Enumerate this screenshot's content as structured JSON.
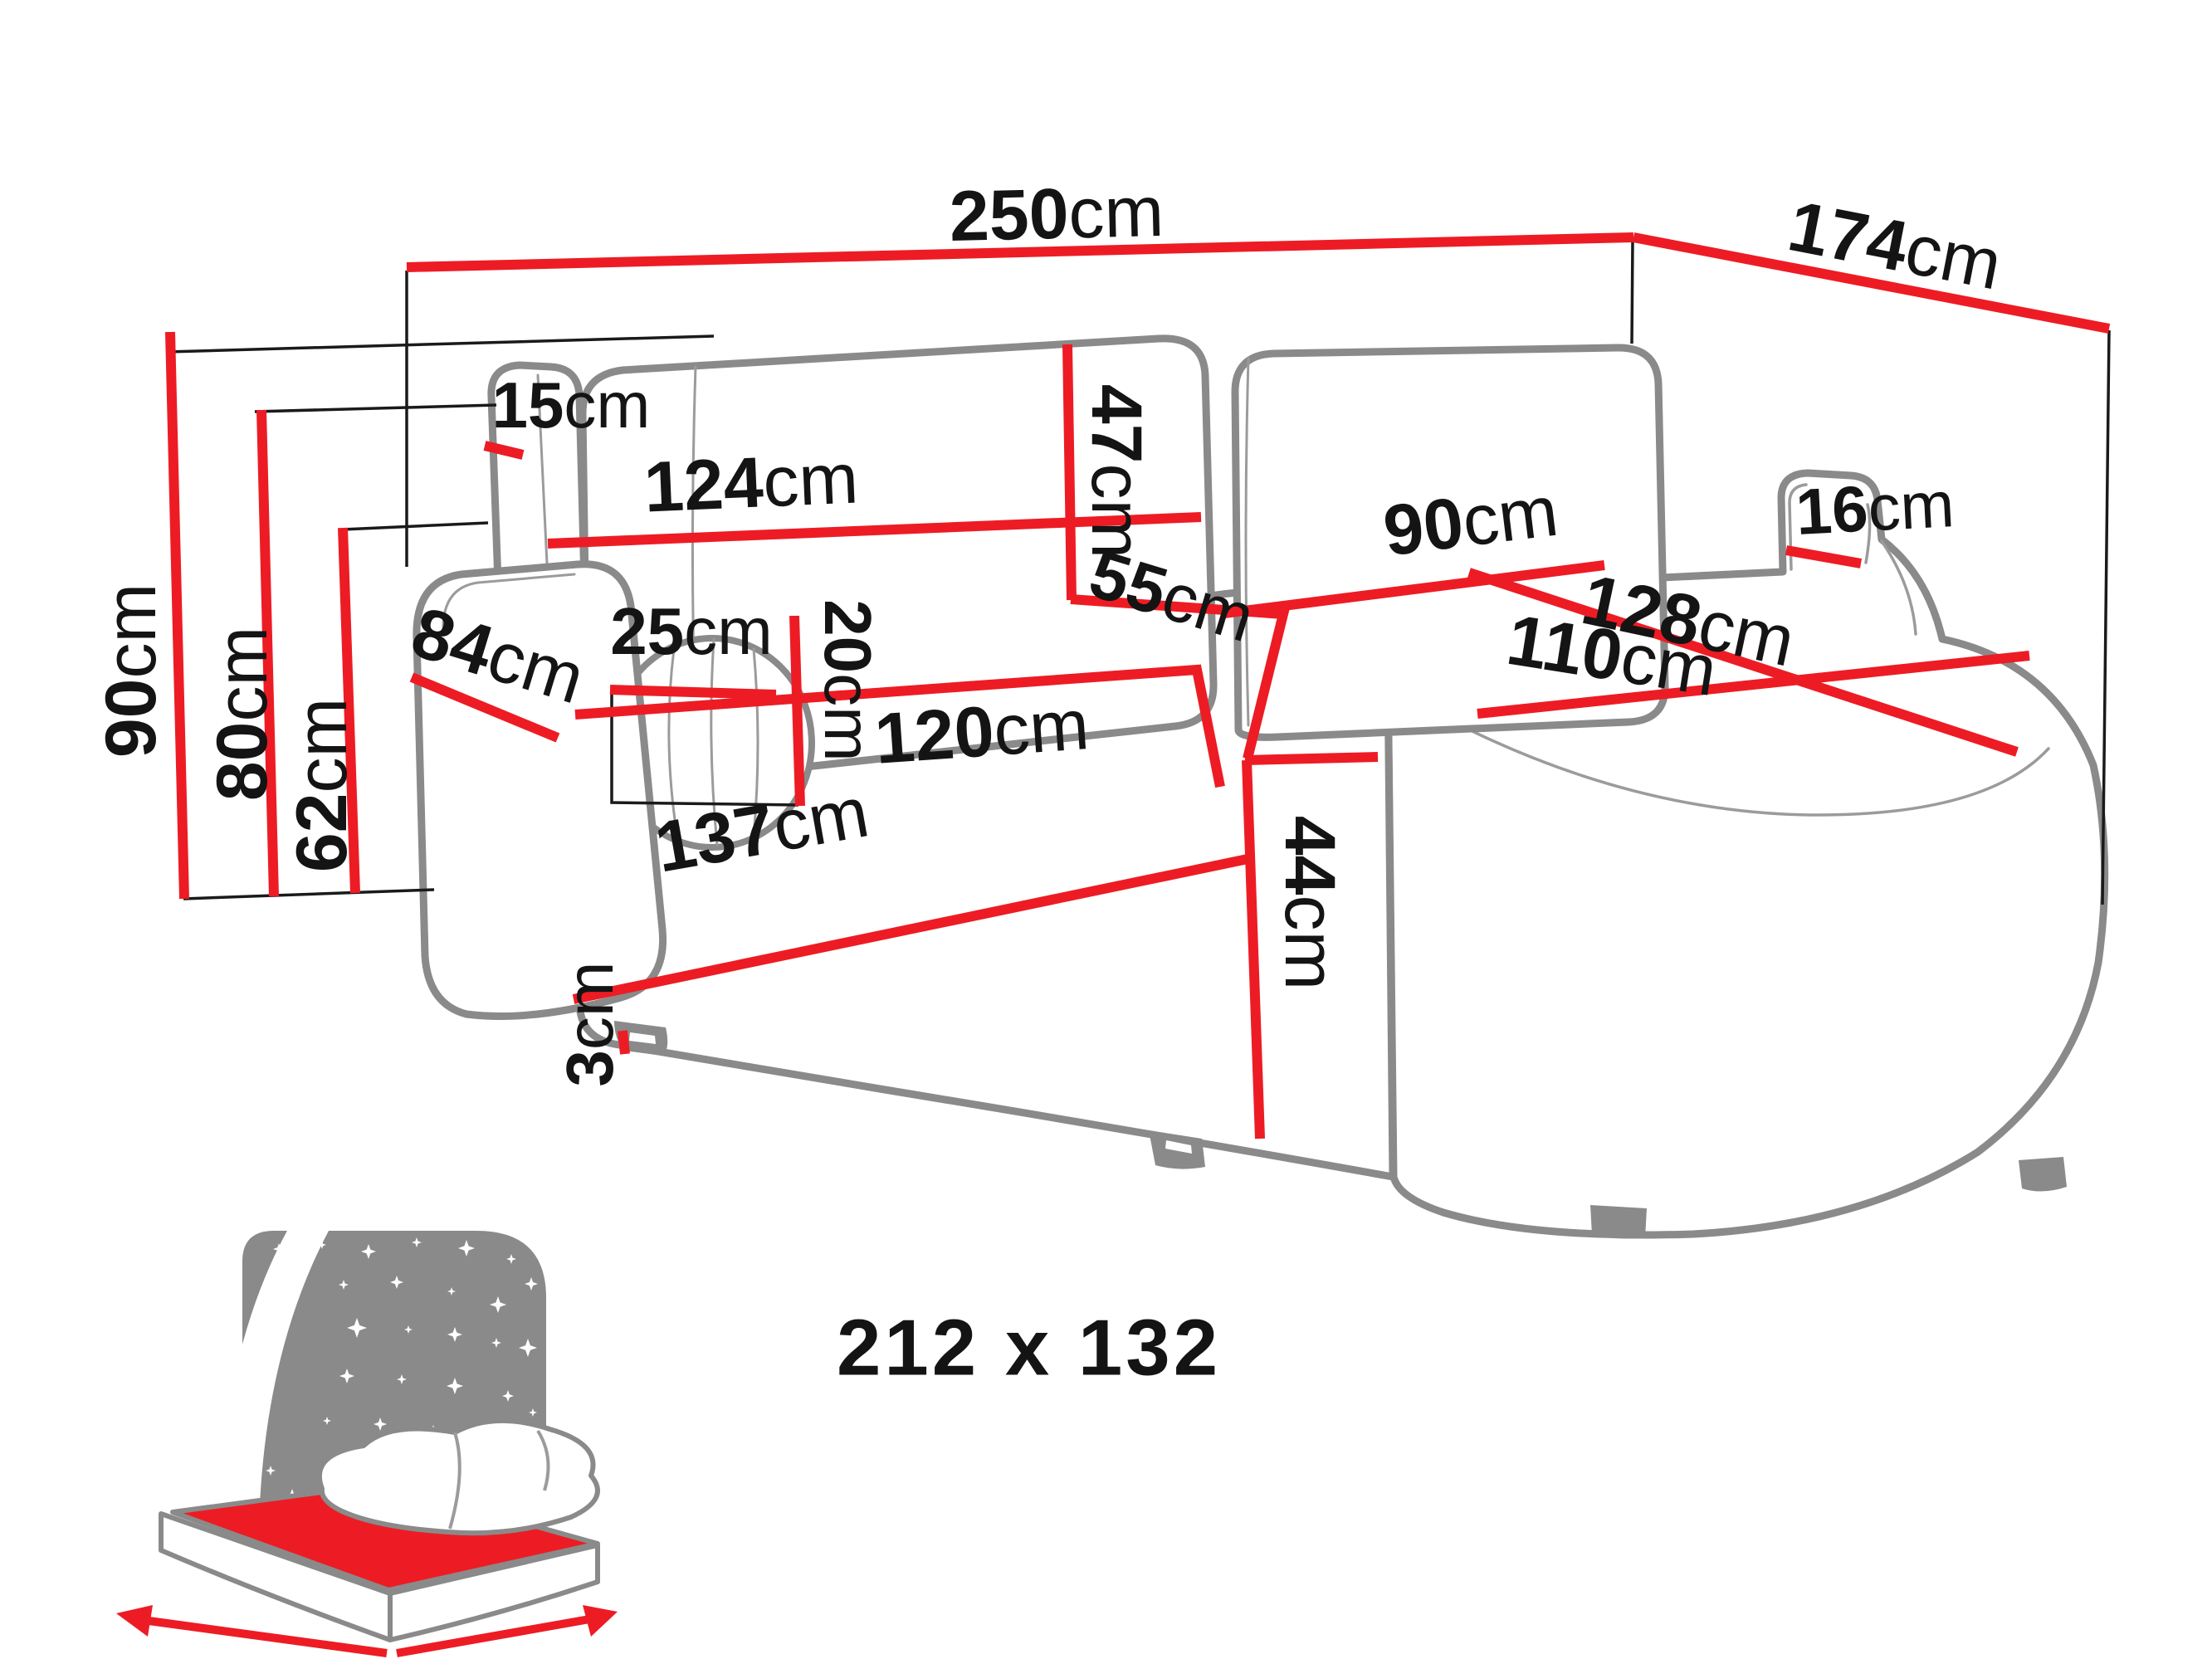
{
  "diagram": {
    "type": "furniture-dimension-diagram",
    "subject": "corner sofa with chaise",
    "dims": {
      "total_width": {
        "value": "250",
        "unit": "cm"
      },
      "total_depth": {
        "value": "174",
        "unit": "cm"
      },
      "total_height": {
        "value": "90",
        "unit": "cm"
      },
      "backrest_height": {
        "value": "80",
        "unit": "cm"
      },
      "armrest_height": {
        "value": "62",
        "unit": "cm"
      },
      "wing_width": {
        "value": "15",
        "unit": "cm"
      },
      "backrest_left_width": {
        "value": "124",
        "unit": "cm"
      },
      "backrest_cushion_height": {
        "value": "47",
        "unit": "cm"
      },
      "pillow_width": {
        "value": "25",
        "unit": "cm"
      },
      "pillow_height": {
        "value": "20",
        "unit": "cm"
      },
      "seat_width": {
        "value": "120",
        "unit": "cm"
      },
      "seat_depth": {
        "value": "55",
        "unit": "cm"
      },
      "backrest_right_width": {
        "value": "90",
        "unit": "cm"
      },
      "right_arm_width": {
        "value": "16",
        "unit": "cm"
      },
      "chaise_length": {
        "value": "128",
        "unit": "cm"
      },
      "chaise_width": {
        "value": "110",
        "unit": "cm"
      },
      "armrest_depth": {
        "value": "84",
        "unit": "cm"
      },
      "base_front_width": {
        "value": "137",
        "unit": "cm"
      },
      "base_height": {
        "value": "44",
        "unit": "cm"
      },
      "leg_height": {
        "value": "3",
        "unit": "cm"
      }
    },
    "sleeping_area": {
      "text": "212 x 132"
    },
    "colors": {
      "dimension_red": "#ed1c24",
      "outline_gray": "#8a8a8a",
      "text_black": "#141414",
      "caption_gray": "#8a8a8a"
    }
  }
}
